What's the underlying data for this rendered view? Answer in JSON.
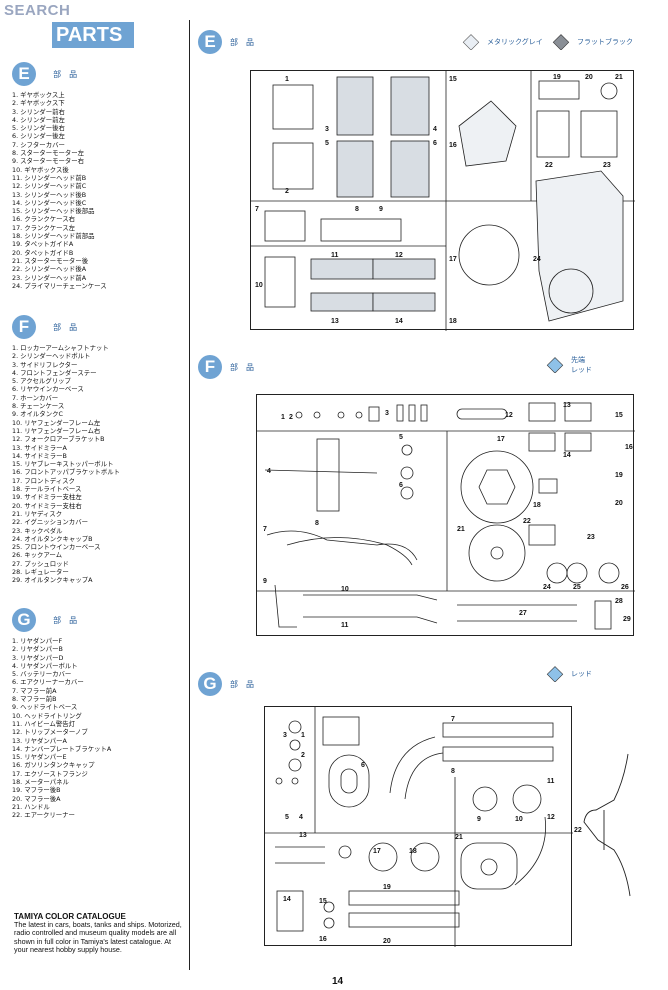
{
  "watermark": {
    "text": "SEARCH",
    "sub": ""
  },
  "banner": {
    "title": "PARTS"
  },
  "legend_top": [
    {
      "label": "メタリックグレイ",
      "color": "#dfe6ee"
    },
    {
      "label": "フラットブラック",
      "color": "#8a8f96"
    }
  ],
  "legend_f": {
    "label": "先端\nレッド",
    "color": "#8ec1e8"
  },
  "legend_g": {
    "label": "レッド",
    "color": "#8ec1e8"
  },
  "groups": [
    {
      "letter": "E",
      "title": "部　品",
      "items": [
        "1. ギヤボックス上",
        "2. ギヤボックス下",
        "3. シリンダー前右",
        "4. シリンダー前左",
        "5. シリンダー後右",
        "6. シリンダー後左",
        "7. シフターカバー",
        "8. スターターモーター左",
        "9. スターターモーター右",
        "10. ギヤボックス後",
        "11. シリンダーヘッド前B",
        "12. シリンダーヘッド前C",
        "13. シリンダーヘッド後B",
        "14. シリンダーヘッド後C",
        "15. シリンダーヘッド後部品",
        "16. クランクケース右",
        "17. クランクケース左",
        "18. シリンダーヘッド前部品",
        "19. タペットガイドA",
        "20. タペットガイドB",
        "21. スターターモーター後",
        "22. シリンダーヘッド後A",
        "23. シリンダーヘッド前A",
        "24. プライマリーチェーンケース"
      ]
    },
    {
      "letter": "F",
      "title": "部　品",
      "items": [
        "1. ロッカーアームシャフトナット",
        "2. シリンダーヘッドボルト",
        "3. サイドリフレクター",
        "4. フロントフェンダーステー",
        "5. アクセルグリップ",
        "6. リヤウインカーベース",
        "7. ホーンカバー",
        "8. チェーンケース",
        "9. オイルタンクC",
        "10. リヤフェンダーフレーム左",
        "11. リヤフェンダーフレーム右",
        "12. フォークロアーブラケットB",
        "13. サイドミラーA",
        "14. サイドミラーB",
        "15. リヤブレーキストッパーボルト",
        "16. フロントアッパブラケットボルト",
        "17. フロントディスク",
        "18. テールライトベース",
        "19. サイドミラー支柱左",
        "20. サイドミラー支柱右",
        "21. リヤディスク",
        "22. イグニッションカバー",
        "23. キックペダル",
        "24. オイルタンクキャップB",
        "25. フロントウインカーベース",
        "26. キックアーム",
        "27. プッシュロッド",
        "28. レギュレーター",
        "29. オイルタンクキャップA"
      ]
    },
    {
      "letter": "G",
      "title": "部　品",
      "items": [
        "1. リヤダンパーF",
        "2. リヤダンパーB",
        "3. リヤダンパーD",
        "4. リヤダンパーボルト",
        "5. バッテリーカバー",
        "6. エアクリーナーカバー",
        "7. マフラー前A",
        "8. マフラー前B",
        "9. ヘッドライトベース",
        "10. ヘッドライトリング",
        "11. ハイビーム警告灯",
        "12. トリップメーターノブ",
        "13. リヤダンパーA",
        "14. ナンバープレートブラケットA",
        "15. リヤダンパーE",
        "16. ガソリンタンクキャップ",
        "17. エクゾーストフランジ",
        "18. メーターパネル",
        "19. マフラー後B",
        "20. マフラー後A",
        "21. ハンドル",
        "22. エアークリーナー"
      ]
    }
  ],
  "catalogue": {
    "title": "TAMIYA COLOR CATALOGUE",
    "body": "The latest in cars, boats, tanks and ships. Motorized, radio controlled and museum quality models are all shown in full color in Tamiya's latest catalogue. At your nearest hobby supply house."
  },
  "sections": [
    {
      "letter": "E",
      "title": "部　品"
    },
    {
      "letter": "F",
      "title": "部　品"
    },
    {
      "letter": "G",
      "title": "部　品"
    }
  ],
  "page_number": "14"
}
